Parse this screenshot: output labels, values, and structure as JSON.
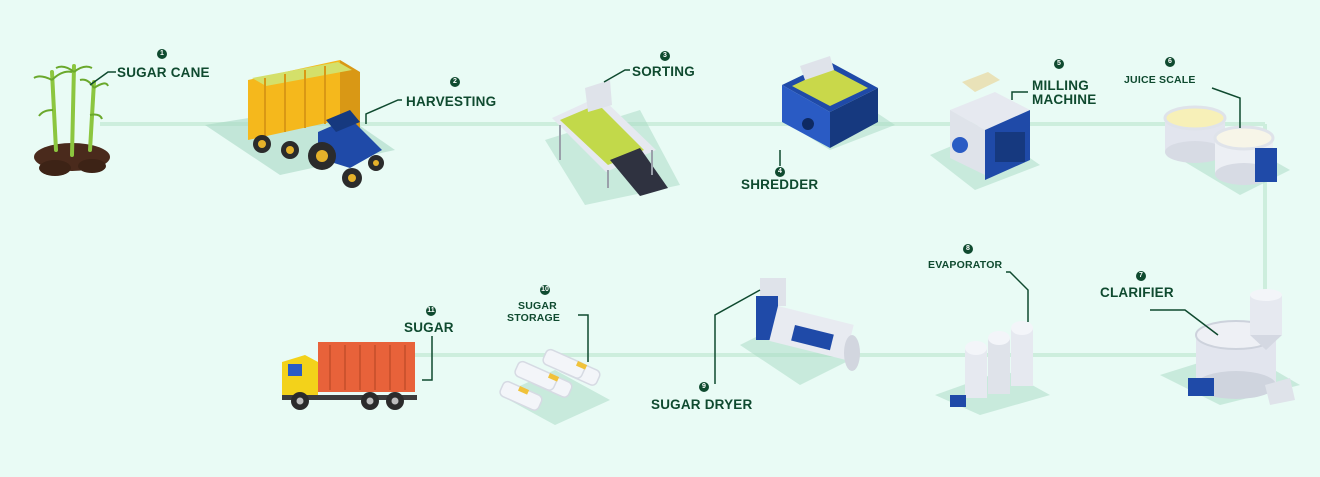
{
  "colors": {
    "background": "#e9fbf5",
    "flow_line": "#c9efdc",
    "label": "#0f4a2f",
    "machine_blue": "#1f4aa8",
    "machine_grey": "#dfe3ea",
    "cane_green": "#9bd14a",
    "truck_orange": "#e8623a",
    "cab_yellow": "#f3d21a",
    "tractor_yellow": "#f5b81c"
  },
  "steps": [
    {
      "number": "1",
      "label": "SUGAR CANE",
      "icon": "sugarcane-plant-icon"
    },
    {
      "number": "2",
      "label": "HARVESTING",
      "icon": "tractor-trailer-icon"
    },
    {
      "number": "3",
      "label": "SORTING",
      "icon": "sorting-conveyor-icon"
    },
    {
      "number": "4",
      "label": "SHREDDER",
      "icon": "shredder-machine-icon"
    },
    {
      "number": "5",
      "label_line1": "MILLING",
      "label_line2": "MACHINE",
      "icon": "milling-machine-icon"
    },
    {
      "number": "6",
      "label": "JUICE SCALE",
      "icon": "juice-tanks-icon"
    },
    {
      "number": "7",
      "label": "CLARIFIER",
      "icon": "clarifier-tank-icon"
    },
    {
      "number": "8",
      "label": "EVAPORATOR",
      "icon": "evaporator-columns-icon"
    },
    {
      "number": "9",
      "label": "SUGAR DRYER",
      "icon": "sugar-dryer-icon"
    },
    {
      "number": "10",
      "label_line1": "SUGAR",
      "label_line2": "STORAGE",
      "icon": "sugar-sacks-icon"
    },
    {
      "number": "11",
      "label": "SUGAR",
      "icon": "delivery-truck-icon"
    }
  ]
}
